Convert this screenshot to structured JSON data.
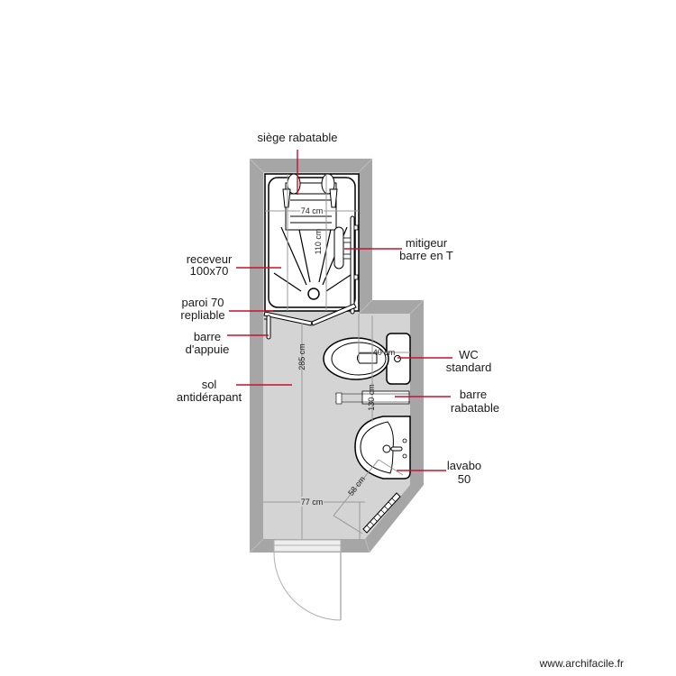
{
  "plan": {
    "watermark": "www.archifacile.fr",
    "colors": {
      "wall": "#a6a6a6",
      "wall_edge": "#bdbdbd",
      "floor": "#d4d4d4",
      "fixture_fill": "#ffffff",
      "fixture_stroke": "#000000",
      "dim_line": "#9a9a9a",
      "annotation_line": "#c8102e",
      "text": "#1a1a1a"
    },
    "labels": {
      "seat": "siège rabatable",
      "tray_line1": "receveur",
      "tray_line2": "100x70",
      "partition_line1": "paroi 70",
      "partition_line2": "repliable",
      "grab_line1": "barre",
      "grab_line2": "d'appuie",
      "floor_line1": "sol",
      "floor_line2": "antidérapant",
      "mixer_line1": "mitigeur",
      "mixer_line2": "barre en T",
      "wc_line1": "WC",
      "wc_line2": "standard",
      "foldbar_line1": "barre",
      "foldbar_line2": "rabatable",
      "sink_line1": "lavabo",
      "sink_line2": "50"
    },
    "dimensions": {
      "shower_width": "74 cm",
      "shower_length": "110 cm",
      "room_length": "285 cm",
      "wc_width": "40 cm",
      "wc_clearance": "130 cm",
      "room_width": "77 cm",
      "diagonal": "58 cm"
    }
  }
}
